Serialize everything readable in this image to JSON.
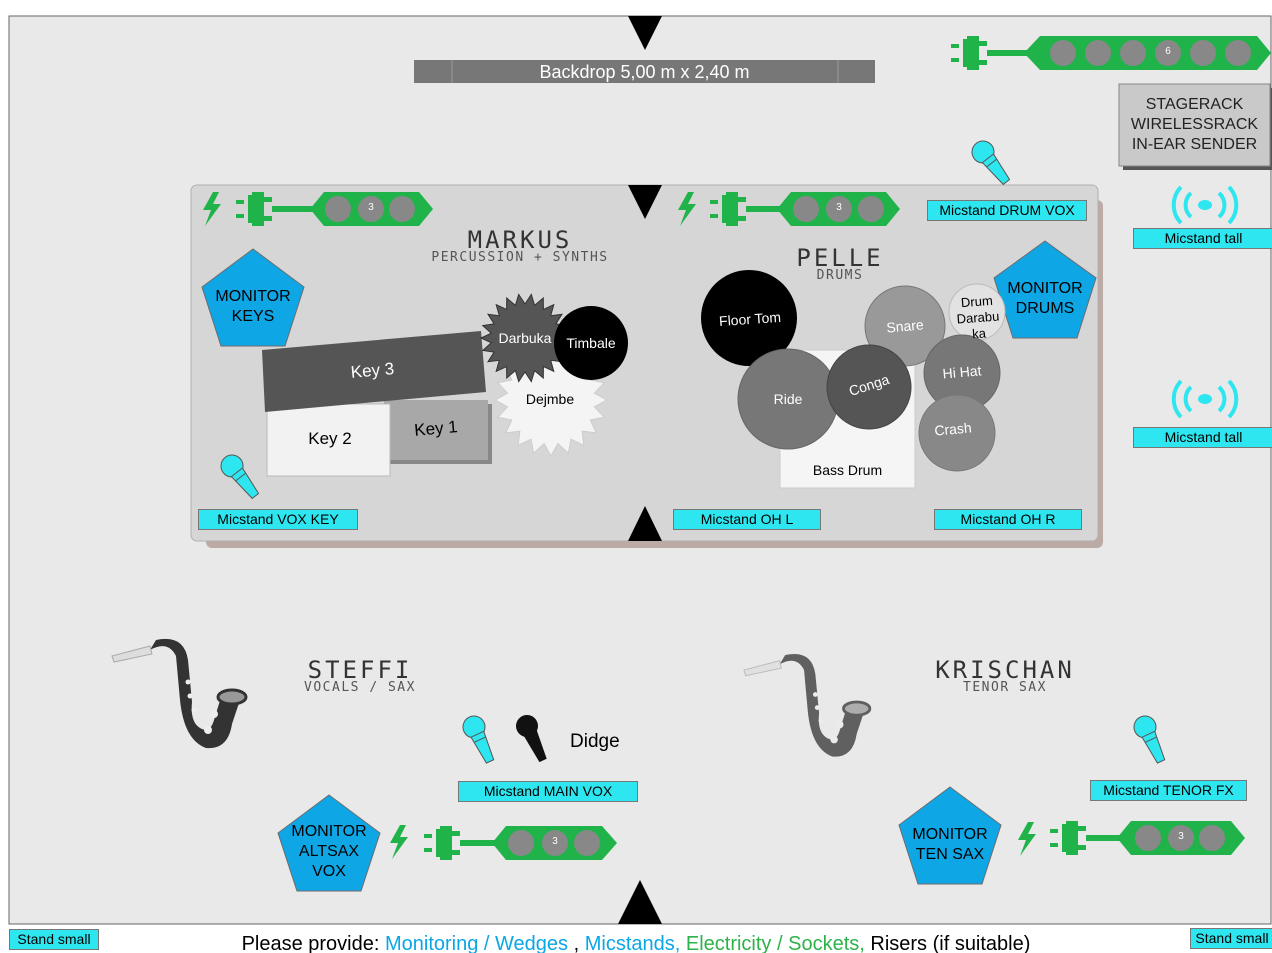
{
  "backdrop": {
    "label": "Backdrop 5,00 m x 2,40 m"
  },
  "stagerack": {
    "lines": [
      "STAGERACK",
      "WIRELESSRACK",
      "IN-EAR SENDER"
    ]
  },
  "power_strips": [
    {
      "id": "top-right",
      "count": "6"
    },
    {
      "id": "markus",
      "count": "3"
    },
    {
      "id": "pelle",
      "count": "3"
    },
    {
      "id": "steffi",
      "count": "3"
    },
    {
      "id": "krischan",
      "count": "3"
    }
  ],
  "musicians": {
    "markus": {
      "name": "MARKUS",
      "role": "PERCUSSION + SYNTHS"
    },
    "pelle": {
      "name": "PELLE",
      "role": "DRUMS"
    },
    "steffi": {
      "name": "STEFFI",
      "role": "VOCALS / SAX"
    },
    "krischan": {
      "name": "KRISCHAN",
      "role": "TENOR SAX"
    }
  },
  "monitors": {
    "keys": [
      "MONITOR",
      "KEYS"
    ],
    "drums": [
      "MONITOR",
      "DRUMS"
    ],
    "altsax": [
      "MONITOR",
      "ALTSAX",
      "VOX"
    ],
    "tensax": [
      "MONITOR",
      "TEN SAX"
    ]
  },
  "micstands": {
    "drum_vox": "Micstand DRUM VOX",
    "tall_1": "Micstand tall",
    "tall_2": "Micstand tall",
    "vox_key": "Micstand VOX KEY",
    "oh_l": "Micstand OH L",
    "oh_r": "Micstand OH R",
    "main_vox": "Micstand MAIN VOX",
    "tenor_fx": "Micstand TENOR FX"
  },
  "stands_small": {
    "left": "Stand small",
    "right": "Stand small"
  },
  "keys": {
    "key3": "Key 3",
    "key2": "Key 2",
    "key1": "Key 1"
  },
  "percussion": {
    "darbuka": "Darbuka",
    "timbale": "Timbale",
    "dejmbe": "Dejmbe"
  },
  "drums": {
    "floor_tom": "Floor Tom",
    "snare": "Snare",
    "drum_darabuka": [
      "Drum",
      "Darabu",
      "ka"
    ],
    "ride": "Ride",
    "conga": "Conga",
    "hi_hat": "Hi Hat",
    "crash": "Crash",
    "bass_drum": "Bass Drum"
  },
  "didge": "Didge",
  "footer": {
    "prefix": "Please provide: ",
    "monitoring": "Monitoring / Wedges",
    "sep1": " , ",
    "micstands": "Micstands,",
    "electricity": " Electricity / Sockets,",
    "risers": " Risers (if suitable)"
  },
  "colors": {
    "monitor_blue": "#0fa6e6",
    "mic_cyan": "#2de6ef",
    "power_green": "#1fb34a",
    "stage_gray": "#e9e9e9",
    "riser_gray": "#d6d6d6"
  }
}
